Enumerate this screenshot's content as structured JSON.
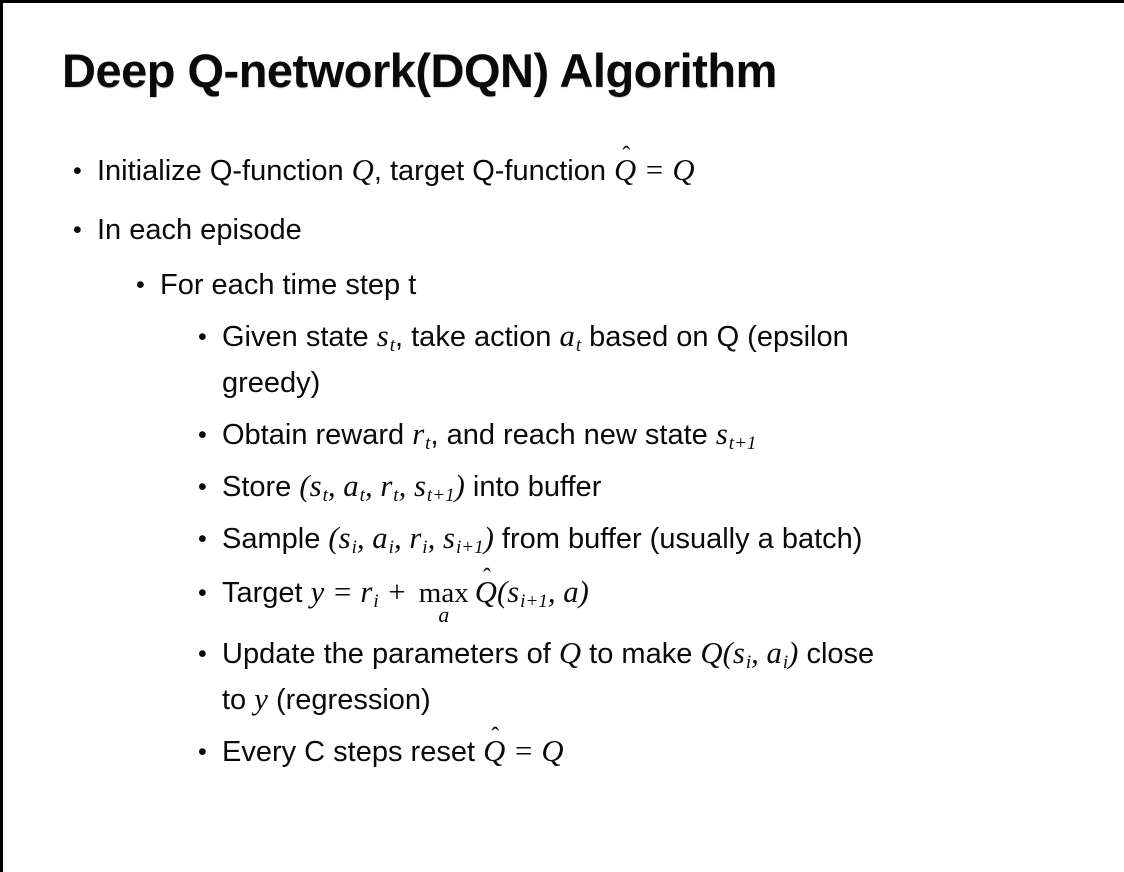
{
  "colors": {
    "background": "#ffffff",
    "text": "#0a0a0a",
    "frame_border": "#000000"
  },
  "slide": {
    "title": "Deep Q-network(DQN) Algorithm",
    "bullet_glyph": "•",
    "bullets": [
      {
        "level": 1,
        "segments": [
          {
            "k": "t",
            "v": "Initialize Q-function "
          },
          {
            "k": "m",
            "v": "Q"
          },
          {
            "k": "t",
            "v": ", target Q-function "
          },
          {
            "k": "h",
            "v": "Q"
          },
          {
            "k": "m",
            "v": " = Q"
          }
        ]
      },
      {
        "level": 1,
        "segments": [
          {
            "k": "t",
            "v": "In each episode"
          }
        ]
      },
      {
        "level": 2,
        "segments": [
          {
            "k": "t",
            "v": "For each time step t"
          }
        ]
      },
      {
        "level": 3,
        "segments": [
          {
            "k": "t",
            "v": "Given state "
          },
          {
            "k": "ms",
            "v": "s",
            "sub": "t"
          },
          {
            "k": "t",
            "v": ", take action "
          },
          {
            "k": "ms",
            "v": "a",
            "sub": "t"
          },
          {
            "k": "t",
            "v": " based on Q (epsilon"
          },
          {
            "k": "br"
          },
          {
            "k": "t",
            "v": "greedy)"
          }
        ]
      },
      {
        "level": 3,
        "segments": [
          {
            "k": "t",
            "v": "Obtain reward "
          },
          {
            "k": "ms",
            "v": "r",
            "sub": "t"
          },
          {
            "k": "t",
            "v": ", and reach new state "
          },
          {
            "k": "ms",
            "v": "s",
            "sub": "t+1"
          }
        ]
      },
      {
        "level": 3,
        "segments": [
          {
            "k": "t",
            "v": "Store "
          },
          {
            "k": "m",
            "v": "("
          },
          {
            "k": "ms",
            "v": "s",
            "sub": "t"
          },
          {
            "k": "m",
            "v": ", "
          },
          {
            "k": "ms",
            "v": "a",
            "sub": "t"
          },
          {
            "k": "m",
            "v": ", "
          },
          {
            "k": "ms",
            "v": "r",
            "sub": "t"
          },
          {
            "k": "m",
            "v": ", "
          },
          {
            "k": "ms",
            "v": "s",
            "sub": "t+1"
          },
          {
            "k": "m",
            "v": ")"
          },
          {
            "k": "t",
            "v": " into buffer"
          }
        ]
      },
      {
        "level": 3,
        "segments": [
          {
            "k": "t",
            "v": "Sample "
          },
          {
            "k": "m",
            "v": "("
          },
          {
            "k": "ms",
            "v": "s",
            "sub": "i"
          },
          {
            "k": "m",
            "v": ", "
          },
          {
            "k": "ms",
            "v": "a",
            "sub": "i"
          },
          {
            "k": "m",
            "v": ", "
          },
          {
            "k": "ms",
            "v": "r",
            "sub": "i"
          },
          {
            "k": "m",
            "v": ", "
          },
          {
            "k": "ms",
            "v": "s",
            "sub": "i+1"
          },
          {
            "k": "m",
            "v": ")"
          },
          {
            "k": "t",
            "v": " from buffer (usually a batch)"
          }
        ]
      },
      {
        "level": 3,
        "segments": [
          {
            "k": "t",
            "v": "Target "
          },
          {
            "k": "m",
            "v": "y = "
          },
          {
            "k": "ms",
            "v": "r",
            "sub": "i"
          },
          {
            "k": "m",
            "v": " + "
          },
          {
            "k": "max",
            "v": "max",
            "under": "a"
          },
          {
            "k": "h",
            "v": "Q"
          },
          {
            "k": "m",
            "v": "("
          },
          {
            "k": "ms",
            "v": "s",
            "sub": "i+1"
          },
          {
            "k": "m",
            "v": ", a)"
          }
        ]
      },
      {
        "level": 3,
        "segments": [
          {
            "k": "t",
            "v": "Update the parameters of "
          },
          {
            "k": "m",
            "v": "Q"
          },
          {
            "k": "t",
            "v": " to make "
          },
          {
            "k": "m",
            "v": "Q("
          },
          {
            "k": "ms",
            "v": "s",
            "sub": "i"
          },
          {
            "k": "m",
            "v": ", "
          },
          {
            "k": "ms",
            "v": "a",
            "sub": "i"
          },
          {
            "k": "m",
            "v": ")"
          },
          {
            "k": "t",
            "v": " close"
          },
          {
            "k": "br"
          },
          {
            "k": "t",
            "v": "to "
          },
          {
            "k": "m",
            "v": "y"
          },
          {
            "k": "t",
            "v": " (regression)"
          }
        ]
      },
      {
        "level": 3,
        "segments": [
          {
            "k": "t",
            "v": "Every C steps reset "
          },
          {
            "k": "h",
            "v": "Q"
          },
          {
            "k": "m",
            "v": " = Q"
          }
        ]
      }
    ]
  }
}
